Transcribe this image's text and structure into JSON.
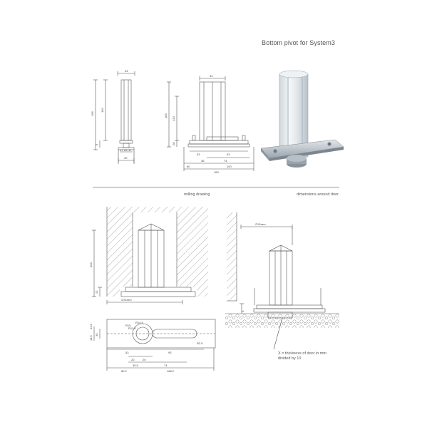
{
  "title": "Bottom pivot for System3",
  "captions": {
    "milling": "milling drawing",
    "dimensions_door": "dimensions around door"
  },
  "note": "X = thickness of door in mm divided by 10",
  "drawing1_dims": {
    "top": "34",
    "h_outer": "196",
    "h_inner": "140",
    "h_small": "5",
    "b1": "17",
    "b2": "20",
    "b3": "17",
    "b4": "30"
  },
  "drawing2_dims": {
    "top": "34",
    "h1": "183",
    "h2": "120",
    "h3": "28",
    "w1": "53",
    "w2": "93",
    "w3": "36",
    "w4": "74",
    "w5": "80",
    "w6": "100",
    "w7": "163"
  },
  "milling_dims": {
    "height": "164",
    "base": "22",
    "diameter": "∅91mm",
    "r1": "R15",
    "r2": "R14.5",
    "r3": "R11.5",
    "r4": "R2.5",
    "left_h1": "14.5",
    "left_h2": "14.5",
    "left_h3": "30",
    "w53": "53",
    "w93": "93",
    "w20a": "20",
    "w20b": "20",
    "w35": "35.5",
    "w74": "74",
    "w80": "80.2",
    "w168": "168.2"
  },
  "door_dims": {
    "diameter": "∅91mm",
    "x": "X"
  }
}
